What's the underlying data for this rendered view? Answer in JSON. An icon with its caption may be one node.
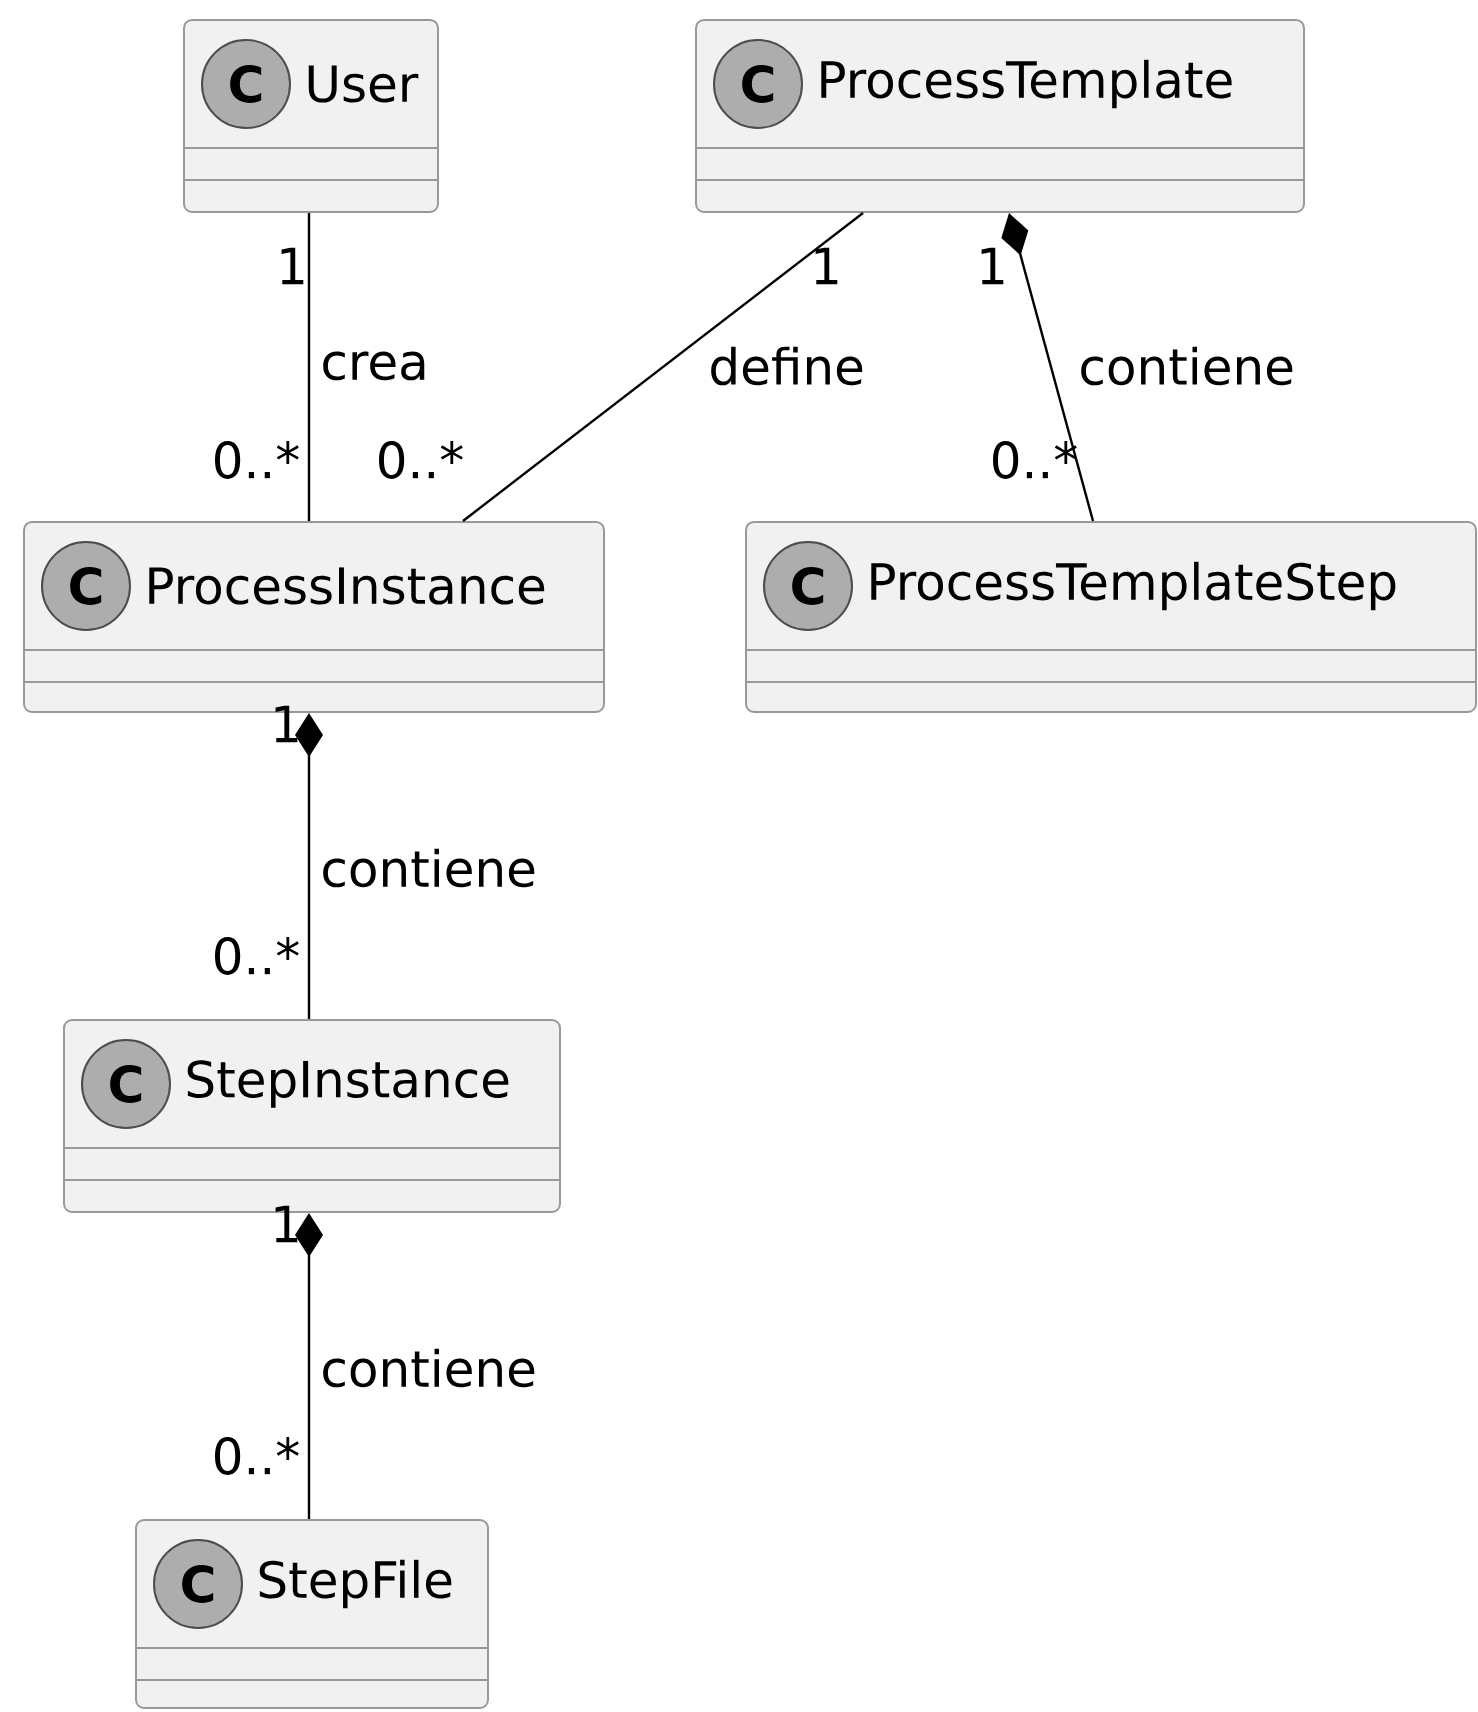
{
  "diagram": {
    "nodes": [
      {
        "text": [
          "C",
          "User"
        ]
      },
      {
        "text": [
          "C",
          "ProcessTemplate"
        ]
      },
      {
        "text": [
          "C",
          "ProcessInstance"
        ]
      },
      {
        "text": [
          "C",
          "ProcessTemplateStep"
        ]
      },
      {
        "text": [
          "C",
          "StepInstance"
        ]
      },
      {
        "text": [
          "C",
          "StepFile"
        ]
      }
    ],
    "edges": [
      {
        "from": 0,
        "to": 2,
        "arrow": "none",
        "label": "crea"
      },
      {
        "from": 1,
        "to": 2,
        "arrow": "none",
        "label": "define"
      },
      {
        "from": 1,
        "to": 3,
        "arrow": "other",
        "label": "contiene"
      },
      {
        "from": 2,
        "to": 4,
        "arrow": "other",
        "label": "contiene"
      },
      {
        "from": 4,
        "to": 5,
        "arrow": "other",
        "label": "contiene"
      }
    ],
    "labels": [
      "1",
      "1",
      "1",
      "0..*",
      "0..*",
      "0..*",
      "1",
      "0..*",
      "1",
      "0..*"
    ]
  }
}
